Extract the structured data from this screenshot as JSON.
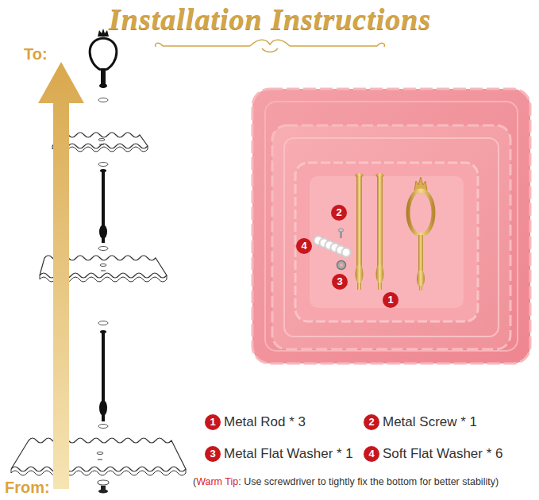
{
  "diagram": {
    "title": "Installation Instructions",
    "nodes": [
      {
        "text": [
          "2"
        ]
      },
      {
        "text": [
          "4"
        ]
      },
      {
        "text": [
          "3"
        ]
      },
      {
        "text": [
          "1"
        ]
      },
      {
        "text": [
          "1"
        ]
      },
      {
        "text": [
          "2"
        ]
      },
      {
        "text": [
          "3"
        ]
      },
      {
        "text": [
          "4"
        ]
      }
    ],
    "labels": [
      "To:",
      "From:",
      "Metal Rod * 3",
      "Metal Screw * 1",
      "Metal Flat Washer * 1",
      "Soft Flat Washer * 6",
      "(",
      "Warm Tip",
      ": Use screwdriver to tightly fix the bottom for better stability)"
    ]
  }
}
